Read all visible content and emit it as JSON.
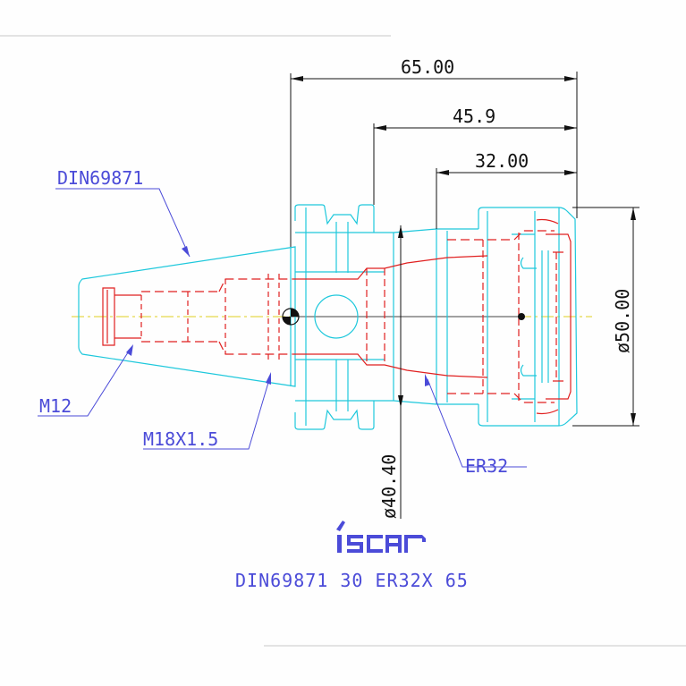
{
  "dimensions": {
    "overall_length": "65.00",
    "mid_length": "45.9",
    "nut_length": "32.00",
    "nut_diameter": "ø50.00",
    "neck_diameter": "ø40.40"
  },
  "callouts": {
    "taper": "DIN69871",
    "thread_small": "M12",
    "thread_large": "M18X1.5",
    "collet": "ER32"
  },
  "logo": "iscar",
  "part_designation": "DIN69871 30 ER32X 65",
  "colors": {
    "cyan": "#1ec8dc",
    "red": "#e02020",
    "blue": "#4b4bd8",
    "dim": "#111111",
    "center": "#e0d020"
  }
}
